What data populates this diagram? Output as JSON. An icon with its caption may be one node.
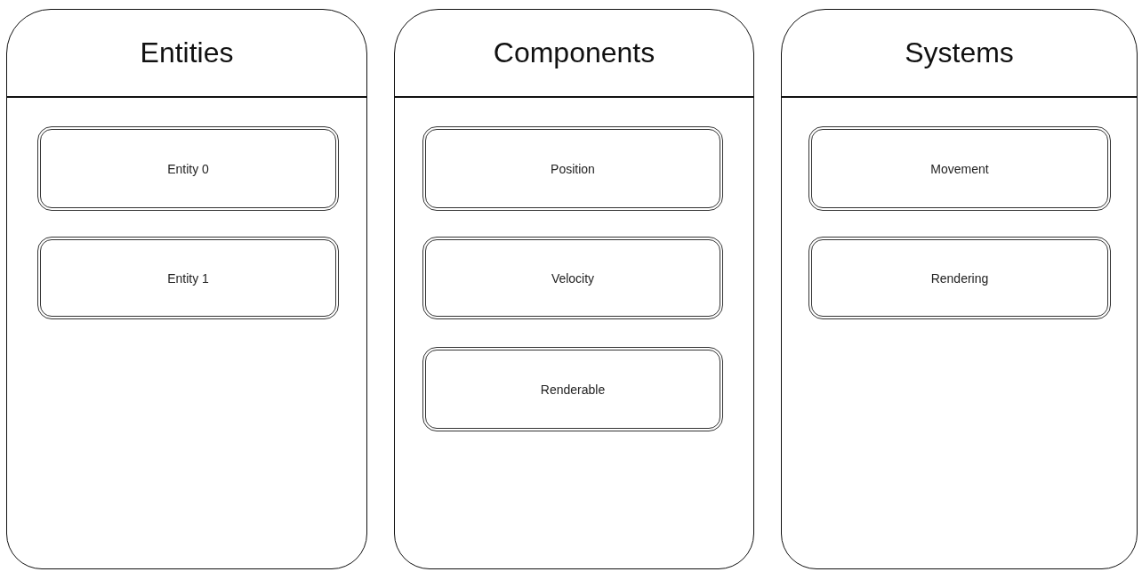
{
  "diagram": {
    "nodes": [
      {
        "text": [
          "Entities"
        ]
      },
      {
        "text": [
          "Entity 0"
        ],
        "in": 0
      },
      {
        "text": [
          "Entity 1"
        ],
        "in": 0
      },
      {
        "text": [
          "Components"
        ]
      },
      {
        "text": [
          "Position"
        ],
        "in": 3
      },
      {
        "text": [
          "Velocity"
        ],
        "in": 3
      },
      {
        "text": [
          "Renderable"
        ],
        "in": 3
      },
      {
        "text": [
          "Systems"
        ]
      },
      {
        "text": [
          "Movement"
        ],
        "in": 7
      },
      {
        "text": [
          "Rendering"
        ],
        "in": 7
      }
    ]
  }
}
